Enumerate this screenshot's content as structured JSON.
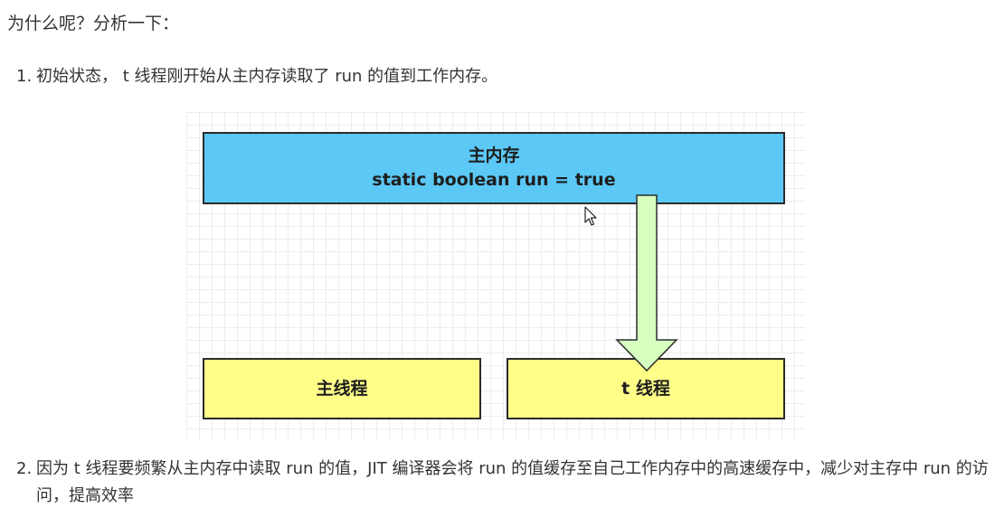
{
  "heading": "为什么呢？分析一下：",
  "items": [
    {
      "number": "1.",
      "text": "初始状态， t 线程刚开始从主内存读取了 run 的值到工作内存。"
    },
    {
      "number": "2.",
      "text": "因为 t 线程要频繁从主内存中读取 run 的值，JIT 编译器会将 run 的值缓存至自己工作内存中的高速缓存中，减少对主存中 run 的访问，提高效率"
    }
  ],
  "diagram": {
    "main_memory": {
      "title": "主内存",
      "code": "static boolean run = true",
      "color": "#5bc8f5"
    },
    "main_thread": {
      "label": "主线程",
      "color": "#ffff88"
    },
    "t_thread": {
      "label": "t 线程",
      "color": "#ffff88"
    },
    "arrow_color": "#d6ffc0"
  }
}
